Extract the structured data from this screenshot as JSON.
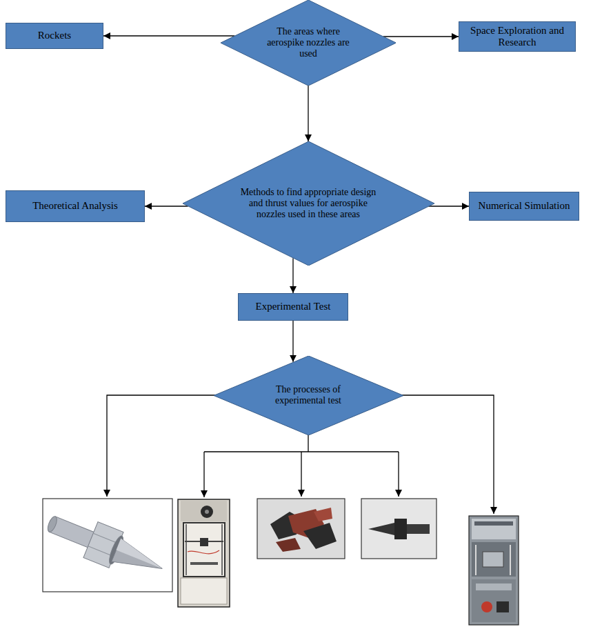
{
  "diagram": {
    "nodes": [
      {
        "text": [
          "Rockets"
        ]
      },
      {
        "text": [
          "The areas where aerospike nozzles are used"
        ]
      },
      {
        "text": [
          "Space Exploration and Research"
        ]
      },
      {
        "text": [
          "Theoretical Analysis"
        ]
      },
      {
        "text": [
          "Methods to find appropriate design and thrust values for aerospike nozzles used in these areas"
        ]
      },
      {
        "text": [
          "Numerical Simulation"
        ]
      },
      {
        "text": [
          "Experimental Test"
        ]
      },
      {
        "text": [
          "The processes of experimental test"
        ]
      }
    ],
    "edges": [
      {
        "from": 1,
        "to": 0,
        "arrow": "to"
      },
      {
        "from": 1,
        "to": 2,
        "arrow": "to"
      },
      {
        "from": 1,
        "to": 4,
        "arrow": "to"
      },
      {
        "from": 4,
        "to": 3,
        "arrow": "to"
      },
      {
        "from": 4,
        "to": 5,
        "arrow": "to"
      },
      {
        "from": 4,
        "to": 6,
        "arrow": "to"
      },
      {
        "from": 6,
        "to": 7,
        "arrow": "to"
      }
    ]
  }
}
